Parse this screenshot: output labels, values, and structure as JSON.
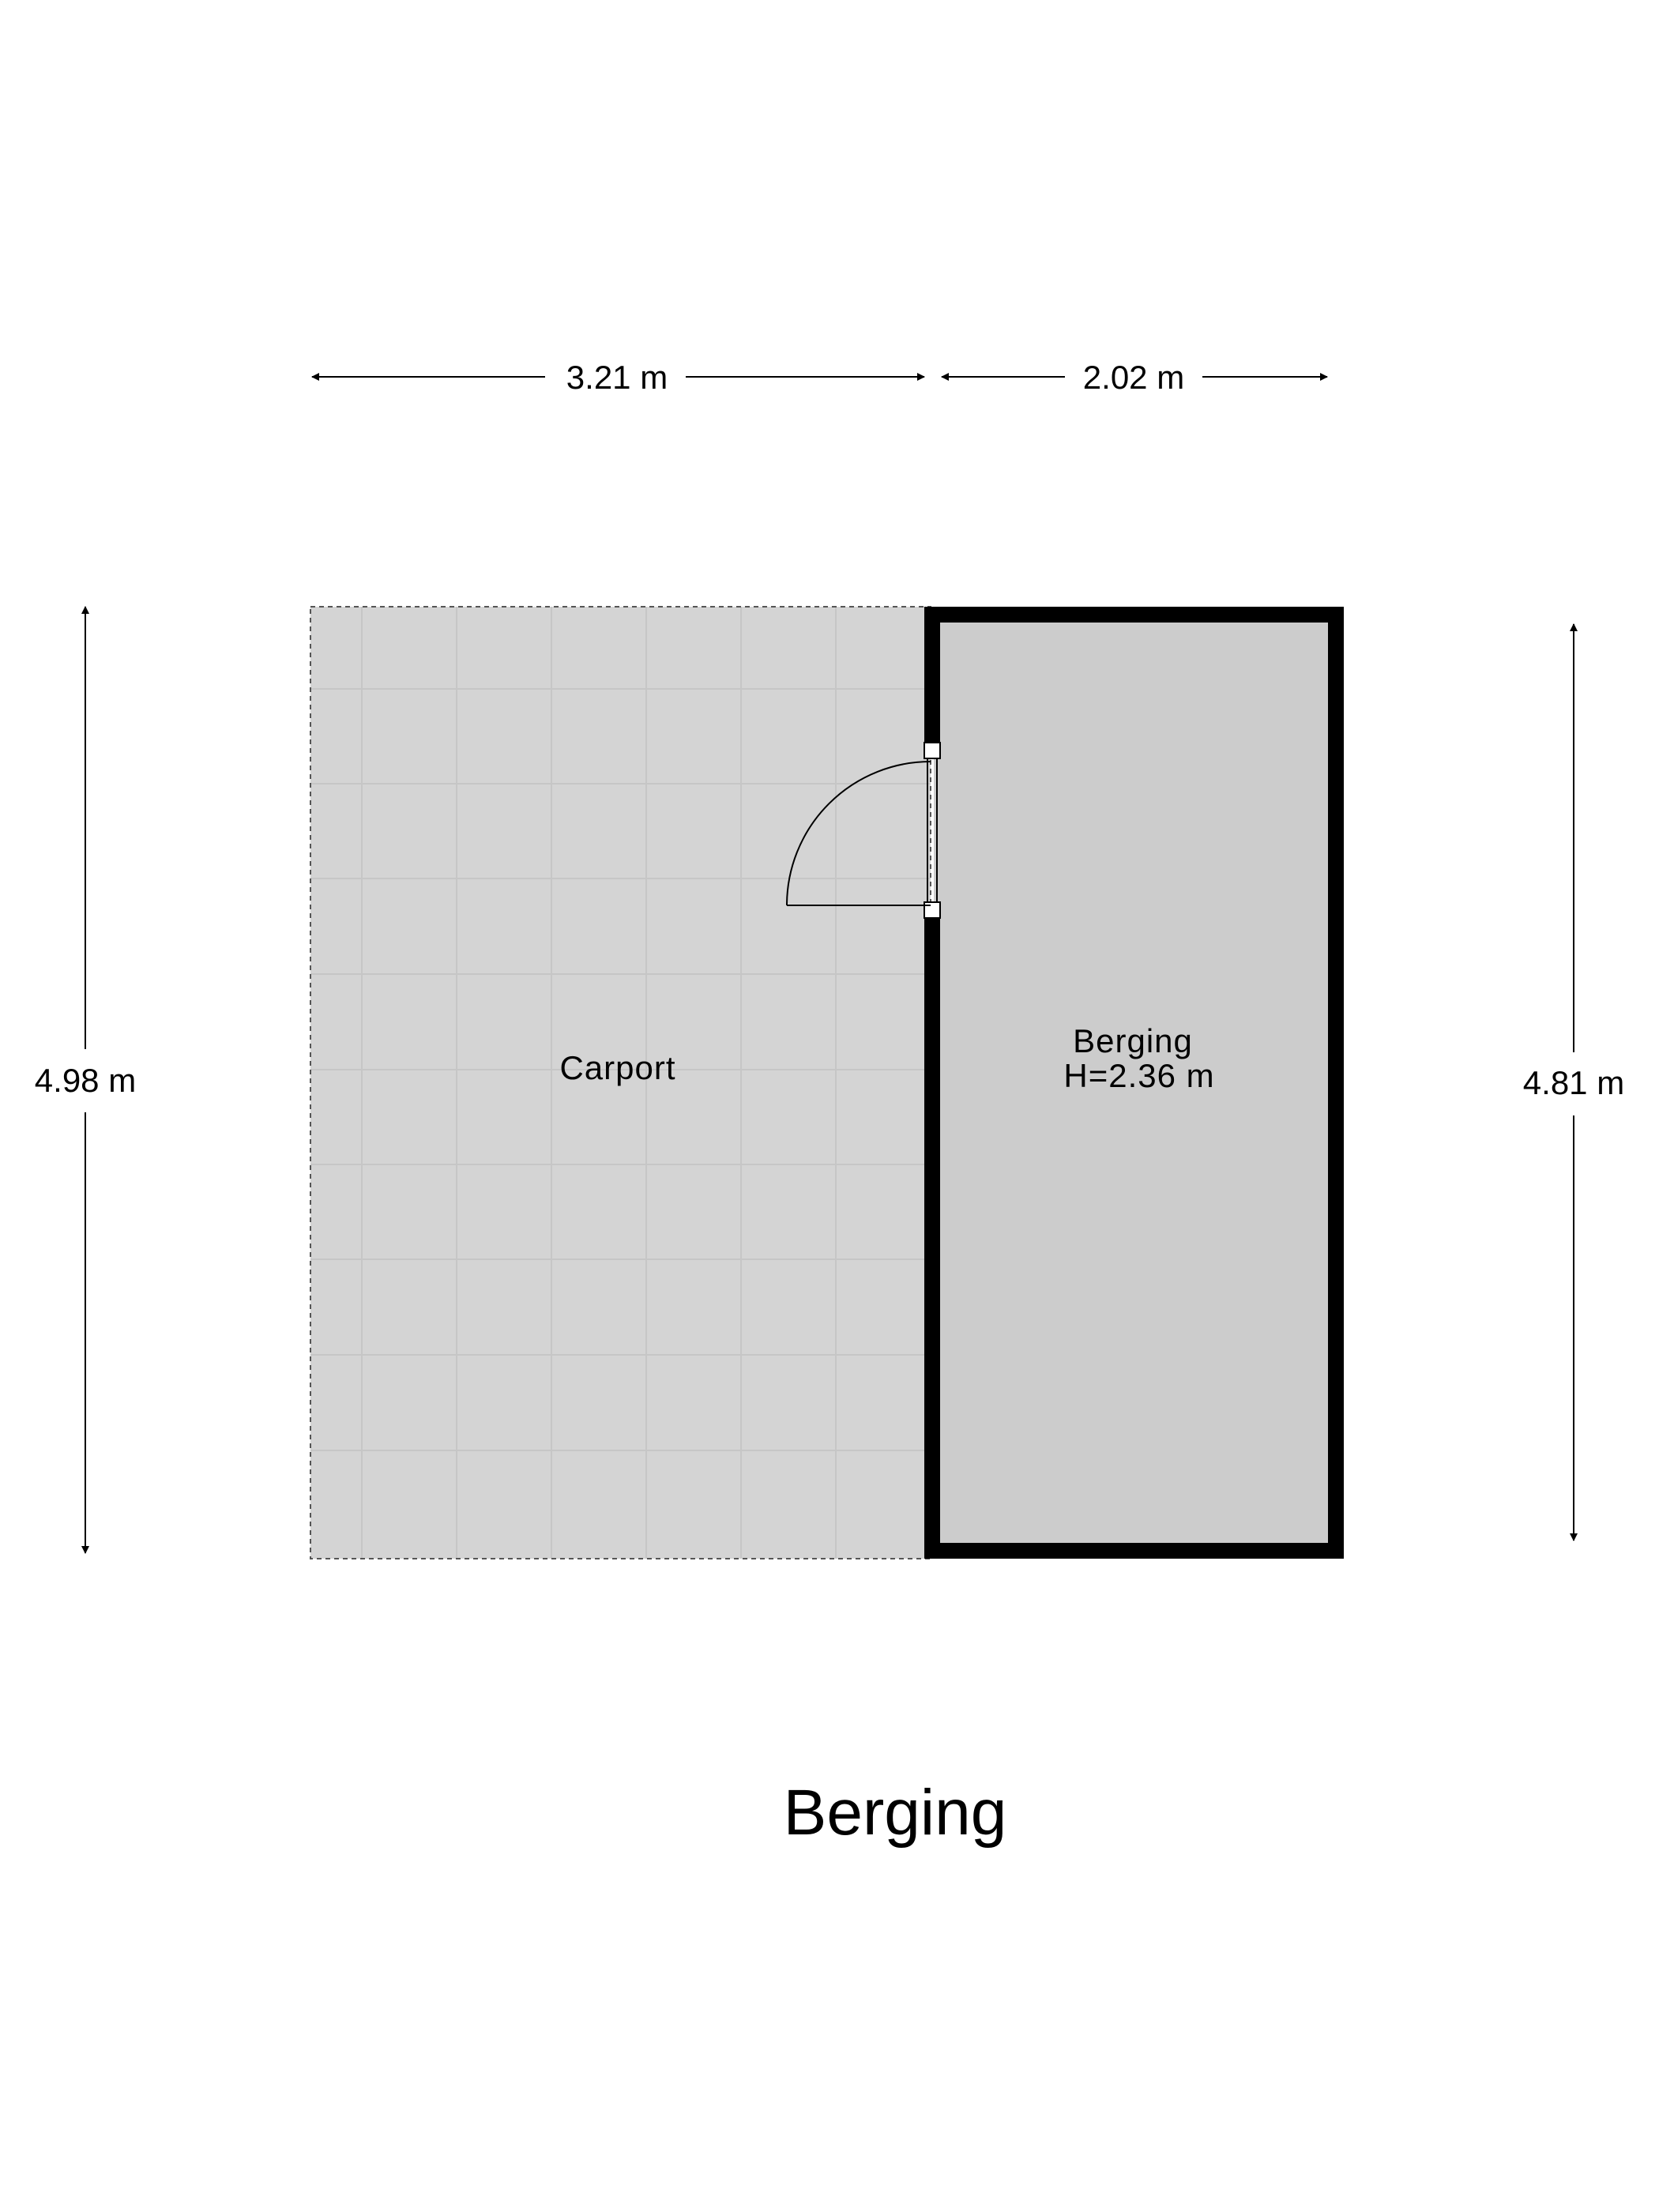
{
  "colors": {
    "carport_fill": "#d4d4d4",
    "tile_line": "#c8c8c8",
    "berging_fill": "#cccccc",
    "wall": "#000000",
    "background": "#ffffff"
  },
  "dimensions": {
    "top_left": "3.21 m",
    "top_right": "2.02 m",
    "left": "4.98 m",
    "right": "4.81 m"
  },
  "rooms": {
    "carport": {
      "name": "Carport"
    },
    "berging": {
      "name": "Berging",
      "height": "H=2.36 m"
    }
  },
  "title": "Berging"
}
